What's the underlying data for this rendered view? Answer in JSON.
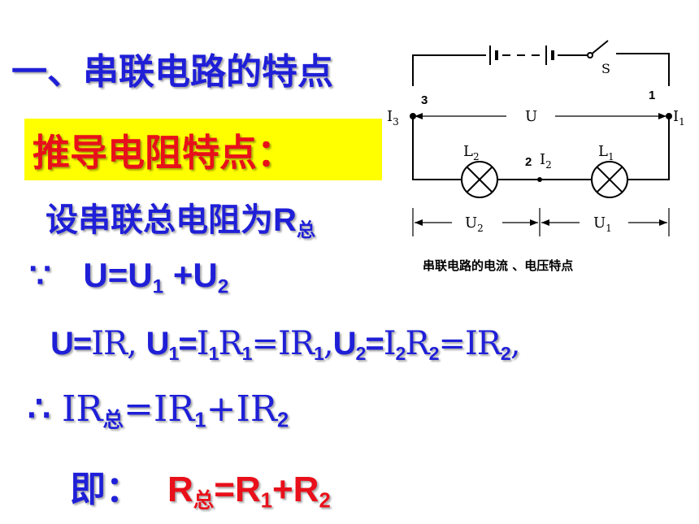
{
  "title": "一、串联电路的特点",
  "subheading": "推导电阻特点：",
  "line1": {
    "text": "设串联总电阻为",
    "r": "R",
    "r_sub": "总"
  },
  "line2": {
    "because": "∵",
    "u": "U=U",
    "s1": "1",
    "plus": " +U",
    "s2": "2"
  },
  "line3": {
    "a": "U=",
    "b": "IR, ",
    "c": "U",
    "c_sub": "1",
    "d": "=",
    "e": "I",
    "e_sub": "1",
    "f": "R",
    "f_sub": "1",
    "g": "=IR",
    "g_sub": "1",
    "h": ",",
    "i": "U",
    "i_sub": "2",
    "j": "=",
    "k": "I",
    "k_sub": "2",
    "l": "R",
    "l_sub": "2",
    "m": "=IR",
    "m_sub": "2",
    "n": ","
  },
  "line4": {
    "therefore": "∴",
    "a": " IR",
    "a_sub": "总",
    "b": "=IR",
    "b_sub": "1",
    "c": "+IR",
    "c_sub": "2"
  },
  "line5": {
    "prefix": "即：",
    "r": "R",
    "r_sub": "总",
    "eq": "=R",
    "s1": "1",
    "plus": "+R",
    "s2": "2"
  },
  "diagram": {
    "caption": "串联电路的电流 、电压特点",
    "switch": "S",
    "node1": "1",
    "node2": "2",
    "node3": "3",
    "i1": "I",
    "i1_sub": "1",
    "i2": "I",
    "i2_sub": "2",
    "i3": "I",
    "i3_sub": "3",
    "u": "U",
    "u1": "U",
    "u1_sub": "1",
    "u2": "U",
    "u2_sub": "2",
    "l1": "L",
    "l1_sub": "1",
    "l2": "L",
    "l2_sub": "2"
  }
}
